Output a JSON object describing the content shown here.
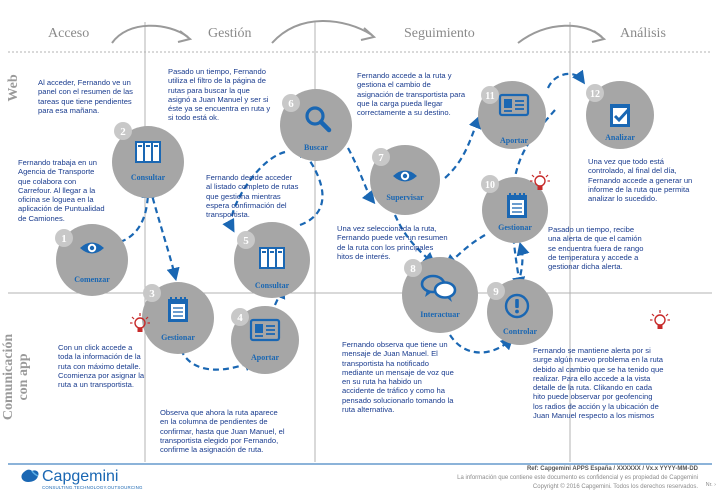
{
  "phases": [
    "Acceso",
    "Gestión",
    "Seguimiento",
    "Análisis"
  ],
  "rows": {
    "web": "Web",
    "app_line1": "Comunicación",
    "app_line2": "con app"
  },
  "steps": [
    {
      "num": "1",
      "label": "Comenzar",
      "icon": "eye-icon"
    },
    {
      "num": "2",
      "label": "Consultar",
      "icon": "binders-icon"
    },
    {
      "num": "3",
      "label": "Gestionar",
      "icon": "notepad-icon"
    },
    {
      "num": "4",
      "label": "Aportar",
      "icon": "id-card-icon"
    },
    {
      "num": "5",
      "label": "Consultar",
      "icon": "binders-icon"
    },
    {
      "num": "6",
      "label": "Buscar",
      "icon": "magnifier-icon"
    },
    {
      "num": "7",
      "label": "Supervisar",
      "icon": "eye-icon"
    },
    {
      "num": "8",
      "label": "Interactuar",
      "icon": "chat-bubbles-icon"
    },
    {
      "num": "9",
      "label": "Controlar",
      "icon": "warning-icon"
    },
    {
      "num": "10",
      "label": "Gestionar",
      "icon": "notepad-icon"
    },
    {
      "num": "11",
      "label": "Aportar",
      "icon": "id-card-icon"
    },
    {
      "num": "12",
      "label": "Analizar",
      "icon": "checklist-icon"
    }
  ],
  "notes": {
    "n_web_access": [
      "Al acceder, Fernando ve un",
      "panel con el resumen de las",
      "tareas que tiene pendientes",
      "para esa mañana."
    ],
    "n_agency": [
      "Fernando trabaja en un",
      "Agencia de Transporte",
      "que colabora con",
      "Carrefour. Al llegar a la",
      "oficina se loguea en la",
      "aplicación de Puntualidad",
      "de Camiones."
    ],
    "n_filter": [
      "Pasado un tiempo, Fernando",
      "utiliza el filtro de la página de",
      "rutas para buscar la que",
      "asignó a Juan Manuel y ser si",
      "éste ya se encuentra en ruta y",
      "si todo está ok."
    ],
    "n_list": [
      "Fernando decide acceder",
      "al listado completo de rutas",
      "que gestiona mientras",
      "espera confirmación del",
      "transportista."
    ],
    "n_click": [
      "Con un click accede a",
      "toda la información de la",
      "ruta con máximo detalle.",
      "Ccomienza por asignar la",
      "ruta a un transportista."
    ],
    "n_observe": [
      "Observa que ahora la ruta aparece",
      "en la columna de pendientes de",
      "confirmar, hasta que Juan Manuel, el",
      "transportista elegido por Fernando,",
      "confirme la asignación de ruta."
    ],
    "n_route_access": [
      "Fernando accede a la ruta y",
      "gestiona el cambio de",
      "asignación de transportista para",
      "que la carga pueda llegar",
      "correctamente a su destino."
    ],
    "n_selected": [
      "Una vez seleccionada la ruta,",
      "Fernando puede ver un resumen",
      "de la ruta con los principales",
      "hitos de interés."
    ],
    "n_message": [
      "Fernando observa que tiene un",
      "mensaje de Juan Manuel. El",
      "transportista ha notificado",
      "mediante un mensaje de voz que",
      "en su ruta ha habido un",
      "accidente de tráfico y como ha",
      "pensado solucionarlo tomando la",
      "ruta alternativa."
    ],
    "n_alert": [
      "Pasado un tiempo, recibe",
      "una alerta de que el camión",
      "se encuentra fuera de rango",
      "de temperatura y accede a",
      "gestionar dicha alerta."
    ],
    "n_report": [
      "Una vez que todo está",
      "controlado, al final del día,",
      "Fernando accede a generar un",
      "informe de la ruta que permita",
      "analizar lo sucedido."
    ],
    "n_attentive": [
      "Fernando se mantiene alerta por si",
      "surge algún nuevo problema en la ruta",
      "debido al cambio que se ha tenido que",
      "realizar. Para ello accede a la vista",
      "detalle de la ruta. Clikando en cada",
      "hito puede observar por geofencing",
      "los radios de acción y la ubicación   de",
      "Juan Manuel respecto a los mismos"
    ]
  },
  "footer": {
    "logo": "Capgemini",
    "tagline": "CONSULTING.TECHNOLOGY.OUTSOURCING",
    "ref": "Ref: Capgemini APPS España / XXXXXX / Vx.x YYYY-MM-DD",
    "conf": "La información que contiene este documento es confidencial y es propiedad de Capgemini",
    "copy": "Copyright © 2016 Capgemini. Todos los derechos reservados.",
    "page": "Nr. ›"
  },
  "colors": {
    "accent": "#1a67b3",
    "circle": "#a6a6a6",
    "circle_light": "#c8c8c8",
    "number": "#ffffff",
    "bulb": "#c72a2a",
    "grid": "#b3b3b3",
    "footer_line": "#1a67b3"
  }
}
